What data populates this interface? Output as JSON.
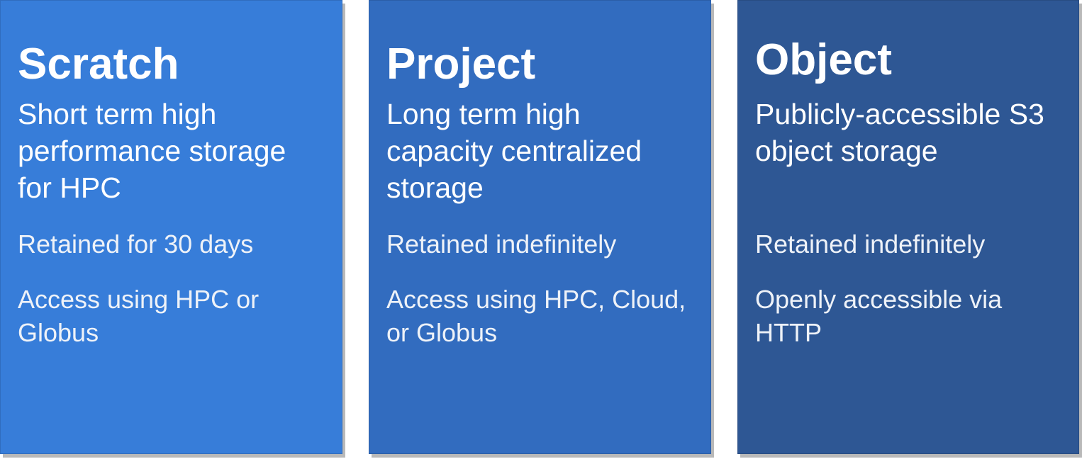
{
  "cards": [
    {
      "title": "Scratch",
      "subtitle": "Short term high performance storage for HPC",
      "retention": "Retained for 30 days",
      "access": "Access using HPC or Globus",
      "color": "#377dd9"
    },
    {
      "title": "Project",
      "subtitle": "Long term high capacity centralized storage",
      "retention": "Retained indefinitely",
      "access": "Access using HPC, Cloud, or Globus",
      "color": "#326cbf"
    },
    {
      "title": "Object",
      "subtitle": "Publicly-accessible S3 object storage",
      "retention": "Retained indefinitely",
      "access": "Openly accessible via HTTP",
      "color": "#2e5794"
    }
  ]
}
